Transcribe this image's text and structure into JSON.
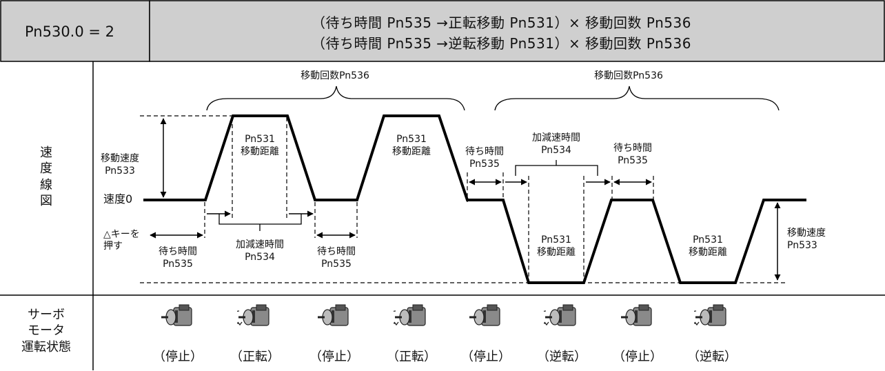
{
  "header": {
    "mode": "Pn530.0 = 2",
    "formula_line1": "（待ち時間  Pn535 →正転移動  Pn531）× 移動回数  Pn536",
    "formula_line2": "（待ち時間  Pn535 →逆転移動  Pn531）× 移動回数  Pn536"
  },
  "rows": {
    "speed_chart": [
      "速",
      "度",
      "線",
      "図"
    ],
    "motor_state": [
      "サーボ",
      "モータ",
      "運転状態"
    ]
  },
  "labels": {
    "move_count_left": "移動回数Pn536",
    "move_count_right": "移動回数Pn536",
    "move_speed_left": [
      "移動速度",
      "Pn533"
    ],
    "move_speed_right": [
      "移動速度",
      "Pn533"
    ],
    "speed_zero": "速度0",
    "key_press": [
      "△キーを",
      "押す"
    ],
    "wait_time": [
      "待ち時間",
      "Pn535"
    ],
    "accel_time": [
      "加減速時間",
      "Pn534"
    ],
    "move_distance": [
      "Pn531",
      "移動距離"
    ]
  },
  "motor_states": [
    "（停止）",
    "（正転）",
    "（停止）",
    "（正転）",
    "（停止）",
    "（逆転）",
    "（停止）",
    "（逆転）"
  ],
  "colors": {
    "header_bg": "#cfcfcf",
    "line": "#000000",
    "motor_body": "#8a8a8a"
  }
}
